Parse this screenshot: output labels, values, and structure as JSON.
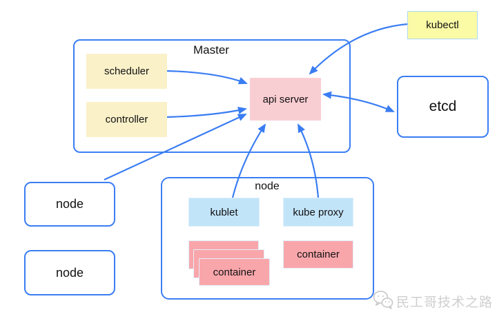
{
  "diagram_type": "kubernetes-architecture",
  "nodes": {
    "master": {
      "label": "Master"
    },
    "scheduler": {
      "label": "scheduler"
    },
    "controller": {
      "label": "controller"
    },
    "api_server": {
      "label": "api server"
    },
    "kubectl": {
      "label": "kubectl"
    },
    "etcd": {
      "label": "etcd"
    },
    "node_left_top": {
      "label": "node"
    },
    "node_left_bottom": {
      "label": "node"
    },
    "worker_node": {
      "label": "node"
    },
    "kublet": {
      "label": "kublet"
    },
    "kube_proxy": {
      "label": "kube proxy"
    },
    "container_stack": {
      "label": "container"
    },
    "container_single": {
      "label": "container"
    }
  },
  "edges": [
    {
      "from": "scheduler",
      "to": "api_server",
      "direction": "one-way"
    },
    {
      "from": "controller",
      "to": "api_server",
      "direction": "one-way"
    },
    {
      "from": "node_left_top",
      "to": "api_server",
      "direction": "one-way"
    },
    {
      "from": "kublet",
      "to": "api_server",
      "direction": "one-way"
    },
    {
      "from": "kube_proxy",
      "to": "api_server",
      "direction": "one-way"
    },
    {
      "from": "kubectl",
      "to": "api_server",
      "direction": "one-way"
    },
    {
      "from": "api_server",
      "to": "etcd",
      "direction": "two-way"
    }
  ],
  "watermark": {
    "text": "民工哥技术之路",
    "icon": "wechat-icon"
  },
  "colors": {
    "line_blue": "#3A7DF3",
    "box_yellow": "#FAF1C9",
    "kubectl_yellow": "#FBFBA6",
    "kubectl_border": "#ABD8F2",
    "api_server_pink": "#F9CED3",
    "container_salmon": "#F9A6AB",
    "kublet_blue": "#C2E4F9",
    "watermark_gray": "#CFCFCF"
  }
}
